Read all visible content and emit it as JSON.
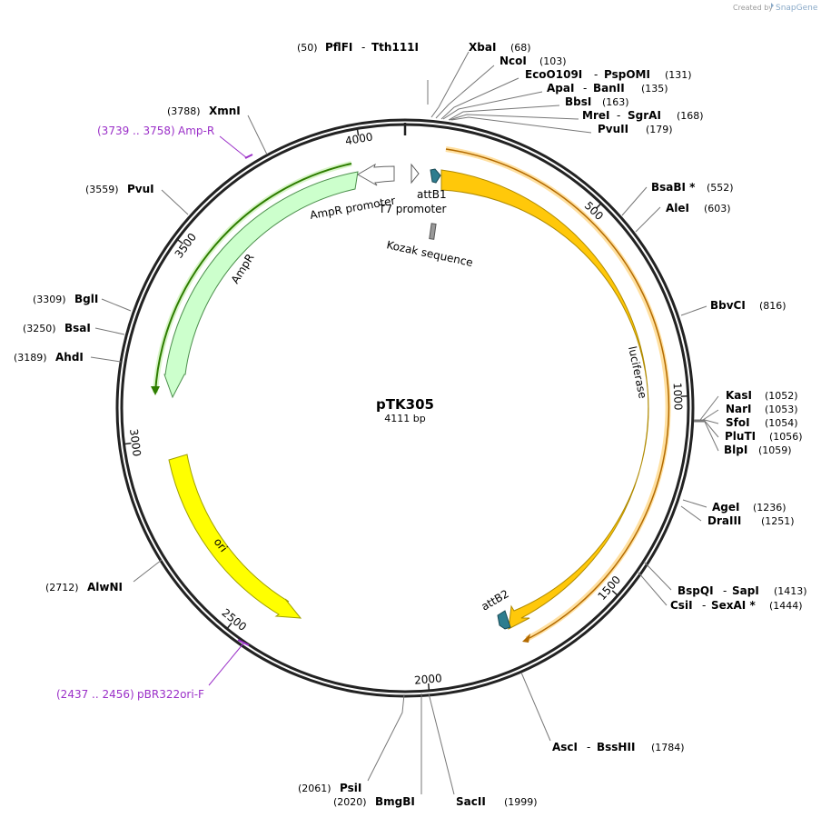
{
  "credit": {
    "prefix": "Created by",
    "brand": "SnapGene"
  },
  "plasmid": {
    "name": "pTK305",
    "length_label": "4111 bp",
    "length": 4111
  },
  "ticks": [
    {
      "label": "500",
      "bp": 500
    },
    {
      "label": "1000",
      "bp": 1000
    },
    {
      "label": "1500",
      "bp": 1500
    },
    {
      "label": "2000",
      "bp": 2000
    },
    {
      "label": "2500",
      "bp": 2500
    },
    {
      "label": "3000",
      "bp": 3000
    },
    {
      "label": "3500",
      "bp": 3500
    },
    {
      "label": "4000",
      "bp": 4000
    }
  ],
  "enzymes": [
    {
      "name": "PflFI",
      "name2": "Tth111I",
      "pos": "(50)",
      "bp": 50
    },
    {
      "name": "XbaI",
      "pos": "(68)",
      "bp": 68
    },
    {
      "name": "NcoI",
      "pos": "(103)",
      "bp": 103
    },
    {
      "name": "EcoO109I",
      "name2": "PspOMI",
      "pos": "(131)",
      "bp": 131
    },
    {
      "name": "ApaI",
      "name2": "BanII",
      "pos": "(135)",
      "bp": 135
    },
    {
      "name": "BbsI",
      "pos": "(163)",
      "bp": 163
    },
    {
      "name": "MreI",
      "name2": "SgrAI",
      "pos": "(168)",
      "bp": 168
    },
    {
      "name": "PvuII",
      "pos": "(179)",
      "bp": 179
    },
    {
      "name": "BsaBI *",
      "pos": "(552)",
      "bp": 552
    },
    {
      "name": "AleI",
      "pos": "(603)",
      "bp": 603
    },
    {
      "name": "BbvCI",
      "pos": "(816)",
      "bp": 816
    },
    {
      "name": "KasI",
      "pos": "(1052)",
      "bp": 1052
    },
    {
      "name": "NarI",
      "pos": "(1053)",
      "bp": 1053
    },
    {
      "name": "SfoI",
      "pos": "(1054)",
      "bp": 1054
    },
    {
      "name": "PluTI",
      "pos": "(1056)",
      "bp": 1056
    },
    {
      "name": "BlpI",
      "pos": "(1059)",
      "bp": 1059
    },
    {
      "name": "AgeI",
      "pos": "(1236)",
      "bp": 1236
    },
    {
      "name": "DraIII",
      "pos": "(1251)",
      "bp": 1251
    },
    {
      "name": "BspQI",
      "name2": "SapI",
      "pos": "(1413)",
      "bp": 1413
    },
    {
      "name": "CsiI",
      "name2": "SexAI *",
      "pos": "(1444)",
      "bp": 1444
    },
    {
      "name": "AscI",
      "name2": "BssHII",
      "pos": "(1784)",
      "bp": 1784
    },
    {
      "name": "SacII",
      "pos": "(1999)",
      "bp": 1999
    },
    {
      "name": "BmgBI",
      "pos": "(2020)",
      "bp": 2020
    },
    {
      "name": "PsiI",
      "pos": "(2061)",
      "bp": 2061
    },
    {
      "name": "AlwNI",
      "pos": "(2712)",
      "bp": 2712
    },
    {
      "name": "AhdI",
      "pos": "(3189)",
      "bp": 3189
    },
    {
      "name": "BsaI",
      "pos": "(3250)",
      "bp": 3250
    },
    {
      "name": "BglI",
      "pos": "(3309)",
      "bp": 3309
    },
    {
      "name": "PvuI",
      "pos": "(3559)",
      "bp": 3559
    },
    {
      "name": "XmnI",
      "pos": "(3788)",
      "bp": 3788
    }
  ],
  "primers": [
    {
      "range": "(3739 .. 3758)",
      "name": "Amp-R",
      "bp": 3748
    },
    {
      "range": "(2437 .. 2456)",
      "name": "pBR322ori-F",
      "bp": 2446
    }
  ],
  "features": [
    {
      "label": "luciferase",
      "color": "#ffc80a"
    },
    {
      "label": "AmpR",
      "color": "#ccffcc"
    },
    {
      "label": "AmpR promoter",
      "color": "#ffffff"
    },
    {
      "label": "ori",
      "color": "#ffff00"
    },
    {
      "label": "attB1",
      "color": "#2e7d8f"
    },
    {
      "label": "attB2",
      "color": "#2e7d8f"
    },
    {
      "label": "T7 promoter",
      "color": "#ffffff"
    },
    {
      "label": "Kozak sequence",
      "color": "#999999"
    }
  ],
  "colors": {
    "primer": "#9b30c8",
    "orf_luciferase": "#b36a00",
    "orf_ampr": "#2e7d00"
  }
}
